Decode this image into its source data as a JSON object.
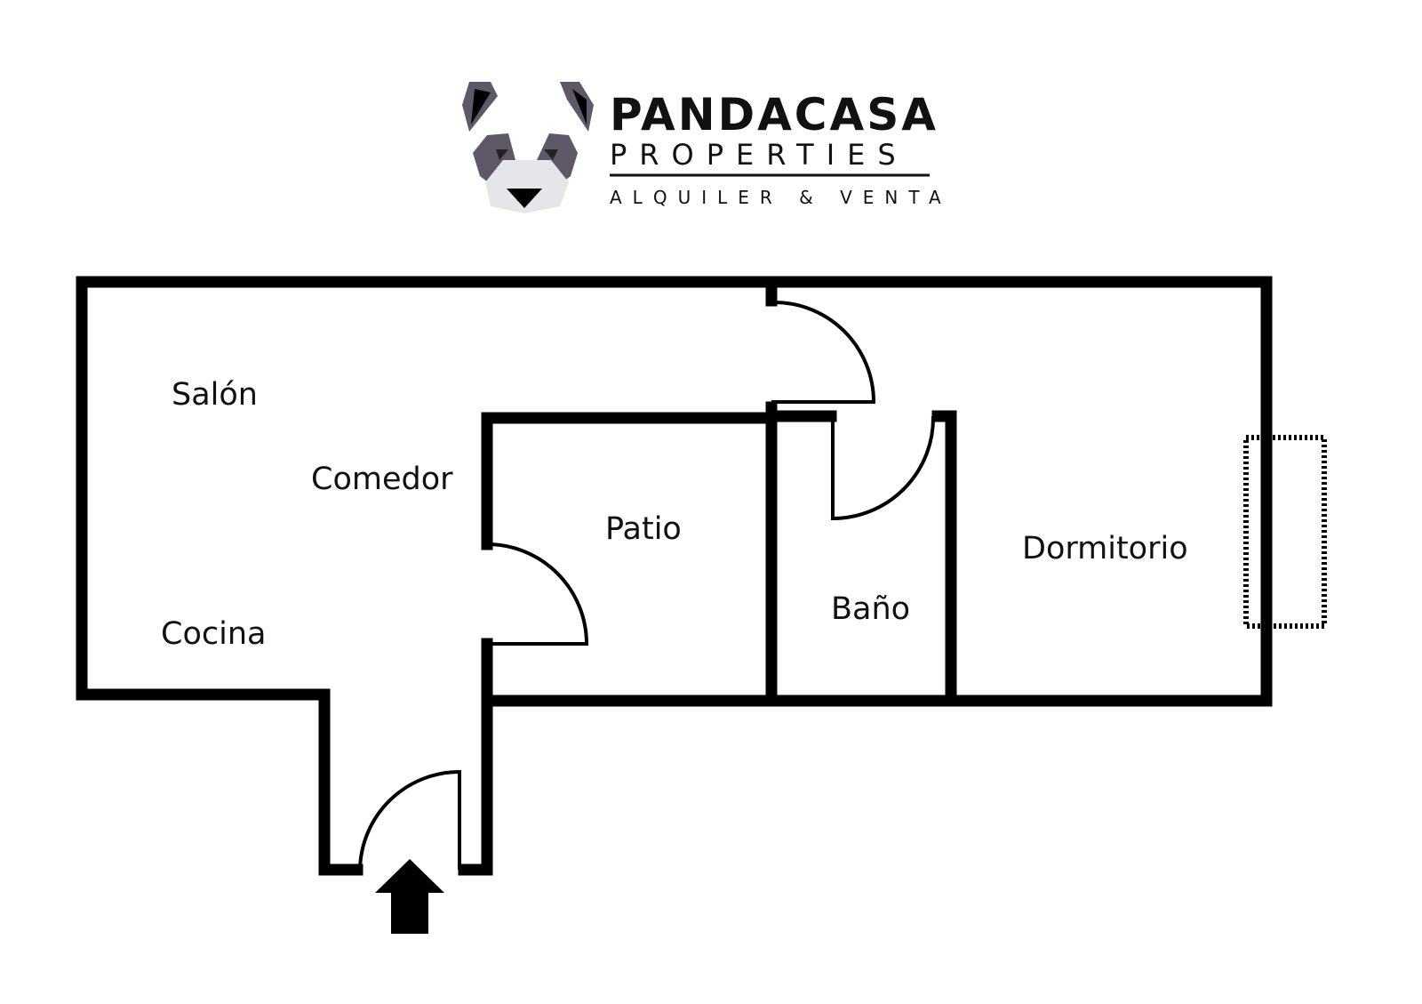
{
  "logo": {
    "name": "PANDACASA",
    "subtitle": "PROPERTIES",
    "tagline": "ALQUILER & VENTA",
    "colors": {
      "dark": "#5e5868",
      "black": "#000000",
      "light": "#e6e6ea"
    }
  },
  "rooms": {
    "salon": "Salón",
    "comedor": "Comedor",
    "cocina": "Cocina",
    "patio": "Patio",
    "bano": "Baño",
    "dormitorio": "Dormitorio"
  },
  "icons": {
    "entrance": "entrance-arrow-icon",
    "window": "window-icon"
  }
}
